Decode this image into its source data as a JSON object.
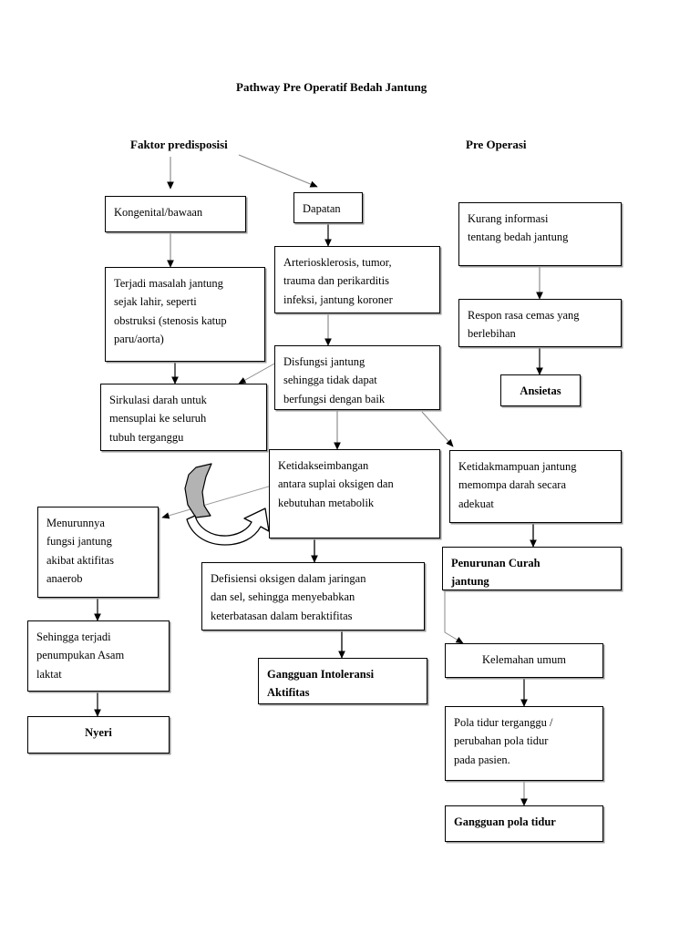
{
  "page": {
    "title": "Pathway Pre Operatif Bedah Jantung",
    "background_color": "#ffffff",
    "ink_color": "#000000",
    "shadow_color": "#9a9a9a",
    "blob_fill": "#b3b3b3"
  },
  "headings": {
    "left": "Faktor predisposisi",
    "right": "Pre Operasi"
  },
  "nodes": {
    "kongenital": {
      "lines": [
        "Kongenital/bawaan"
      ]
    },
    "dapatan": {
      "lines": [
        "Dapatan"
      ]
    },
    "kurang_informasi": {
      "lines": [
        "Kurang                informasi",
        "tentang bedah jantung"
      ]
    },
    "arteriosklerosis": {
      "lines": [
        "Arteriosklerosis, tumor,",
        "trauma dan perikarditis",
        "infeksi, jantung koroner"
      ]
    },
    "terjadi_masalah": {
      "lines": [
        "Terjadi masalah jantung",
        "sejak lahir, seperti",
        "obstruksi (stenosis katup",
        "paru/aorta)"
      ]
    },
    "respon_cemas": {
      "lines": [
        "Respon rasa cemas yang",
        "berlebihan"
      ]
    },
    "ansietas": {
      "lines": [
        "Ansietas"
      ]
    },
    "disfungsi": {
      "lines": [
        "Disfungsi jantung",
        "sehingga tidak dapat",
        "berfungsi dengan baik"
      ]
    },
    "sirkulasi": {
      "lines": [
        "Sirkulasi darah untuk",
        "mensuplai ke seluruh",
        "tubuh terganggu"
      ]
    },
    "ketidakseimbangan": {
      "lines": [
        "Ketidakseimbangan",
        "antara suplai oksigen dan",
        "kebutuhan metabolik"
      ]
    },
    "ketidakmampuan": {
      "lines": [
        "Ketidakmampuan jantung",
        "memompa darah secara",
        "adekuat"
      ]
    },
    "penurunan_curah": {
      "lines": [
        "Penurunan Curah",
        "jantung"
      ]
    },
    "menurunnya_fungsi": {
      "lines": [
        "Menurunnya",
        "fungsi jantung",
        "akibat aktifitas",
        "anaerob"
      ]
    },
    "defisiensi_oksigen": {
      "lines": [
        "Defisiensi oksigen dalam jaringan",
        "dan sel, sehingga menyebabkan",
        "keterbatasan dalam beraktifitas"
      ]
    },
    "kelemahan_umum": {
      "lines": [
        "Kelemahan umum"
      ]
    },
    "sehingga_terjadi": {
      "lines": [
        "Sehingga terjadi",
        "penumpukan Asam",
        "laktat"
      ]
    },
    "gangguan_intoleransi": {
      "lines": [
        "Gangguan Intoleransi",
        "Aktifitas"
      ]
    },
    "pola_tidur": {
      "lines": [
        "Pola tidur terganggu /",
        "perubahan pola tidur",
        "pada pasien."
      ]
    },
    "nyeri": {
      "lines": [
        "Nyeri"
      ]
    },
    "gangguan_pola_tidur": {
      "lines": [
        "Gangguan pola tidur"
      ]
    }
  }
}
